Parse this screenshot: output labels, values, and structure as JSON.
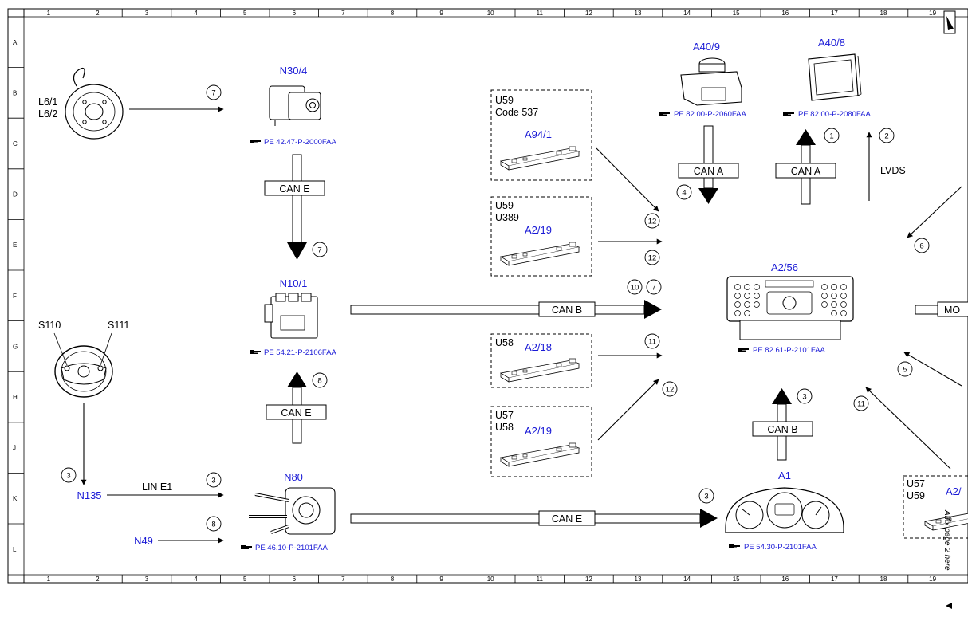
{
  "grid": {
    "columns": [
      "1",
      "2",
      "3",
      "4",
      "5",
      "6",
      "7",
      "8",
      "9",
      "10",
      "11",
      "12",
      "13",
      "14",
      "15",
      "16",
      "17",
      "18",
      "19"
    ],
    "rows": [
      "A",
      "B",
      "C",
      "D",
      "E",
      "F",
      "G",
      "H",
      "J",
      "K",
      "L"
    ]
  },
  "components": {
    "l6": {
      "line1": "L6/1",
      "line2": "L6/2"
    },
    "n30_4": {
      "code": "N30/4",
      "ref": "PE 42.47-P-2000FAA"
    },
    "n10_1": {
      "code": "N10/1",
      "ref": "PE 54.21-P-2106FAA"
    },
    "n80": {
      "code": "N80",
      "ref": "PE 46.10-P-2101FAA"
    },
    "a40_9": {
      "code": "A40/9",
      "ref": "PE 82.00-P-2060FAA"
    },
    "a40_8": {
      "code": "A40/8",
      "ref": "PE 82.00-P-2080FAA"
    },
    "a2_56": {
      "code": "A2/56",
      "ref": "PE 82.61-P-2101FAA"
    },
    "a1": {
      "code": "A1",
      "ref": "PE 54.30-P-2101FAA"
    },
    "steering": {
      "left": "S110",
      "right": "S111"
    },
    "n135": "N135",
    "n49": "N49"
  },
  "option_boxes": [
    {
      "line1": "U59",
      "line2": "Code 537",
      "module": "A94/1"
    },
    {
      "line1": "U59",
      "line2": "U389",
      "module": "A2/19"
    },
    {
      "line1": "U58",
      "line2": "",
      "module": "A2/18"
    },
    {
      "line1": "U57",
      "line2": "U58",
      "module": "A2/19"
    },
    {
      "line1": "U57",
      "line2": "U59",
      "module": "A2/"
    }
  ],
  "buses": {
    "can_e_top": "CAN E",
    "can_e_mid": "CAN E",
    "can_e_bottom": "CAN E",
    "can_b_main": "CAN B",
    "can_b_a1": "CAN B",
    "can_a_down": "CAN A",
    "can_a_up": "CAN A",
    "lin_e1": "LIN E1",
    "lvds": "LVDS",
    "mo_partial": "MO"
  },
  "callouts": {
    "l6_to_n30": "7",
    "can_e_top": "7",
    "can_e_mid": "8",
    "steer_down": "3",
    "lin_e1": "3",
    "n49": "8",
    "can_e_bottom": "3",
    "can_b_main_a": "10",
    "can_b_main_b": "7",
    "a94_arrow": "12",
    "a2_19_upper": "12",
    "a2_18": "11",
    "a2_19_lower": "12",
    "can_a_down": "4",
    "can_a_up": "1",
    "lvds": "2",
    "right_upper": "6",
    "right_lower": "5",
    "right_bottom": "11",
    "can_b_a1": "3"
  },
  "ref_icon": "pointing-hand-icon",
  "margin_note": "Affix page 2 here",
  "colors": {
    "component_label": "#1a1ad6",
    "line": "#000000",
    "ref_link": "#1a1ad6"
  }
}
